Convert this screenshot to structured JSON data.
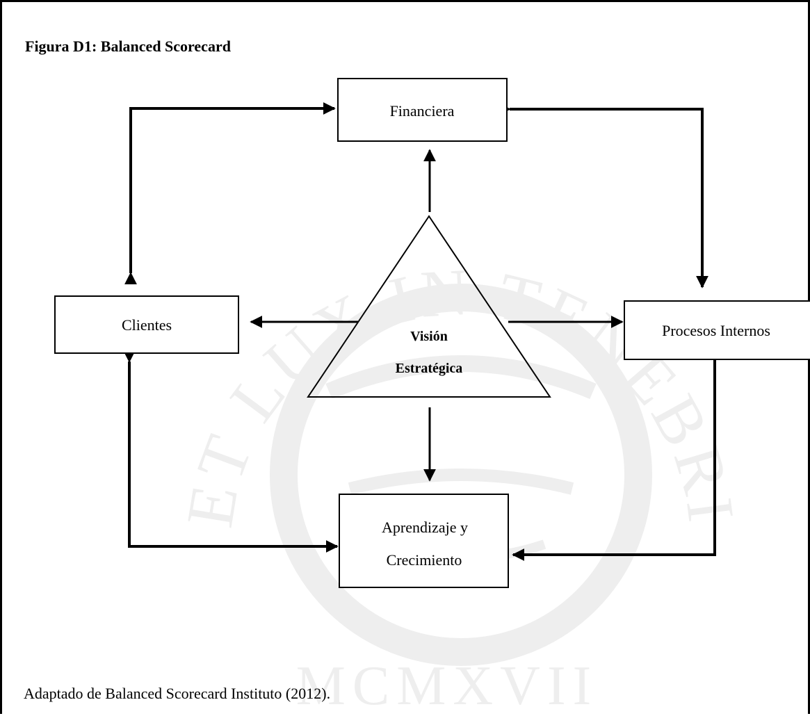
{
  "figure": {
    "title": "Figura D1: Balanced Scorecard",
    "caption": "Adaptado de Balanced Scorecard Instituto (2012)."
  },
  "nodes": {
    "financiera": "Financiera",
    "clientes": "Clientes",
    "procesos": "Procesos Internos",
    "aprendizaje_line1": "Aprendizaje y",
    "aprendizaje_line2": "Crecimiento",
    "vision_line1": "Visión",
    "vision_line2": "Estratégica"
  },
  "watermark": {
    "text": "ET LUX IN TENEBRIS LUCET",
    "year": "MCMXVII",
    "color": "#eeeeee"
  },
  "colors": {
    "line": "#000000",
    "background": "#ffffff"
  }
}
